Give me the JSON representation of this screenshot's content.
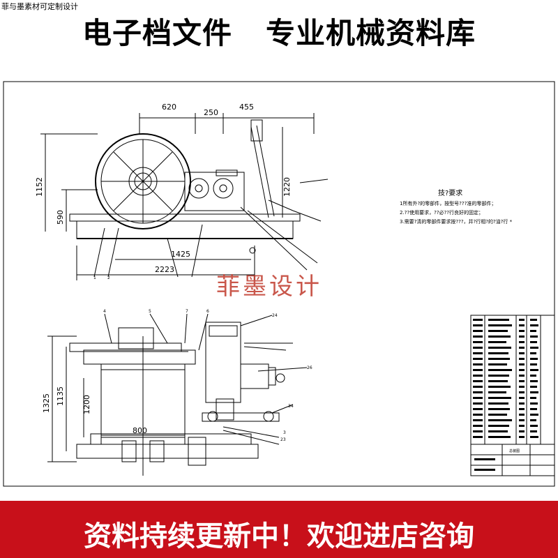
{
  "banner": {
    "corner_tag": "菲与墨素材可定制设计",
    "title_left": "电子档文件",
    "title_right": "专业机械资料库"
  },
  "drawing": {
    "dimensions_top": [
      "620",
      "250",
      "455"
    ],
    "dimensions_side": [
      "1152",
      "590",
      "1220"
    ],
    "dimensions_bottom": [
      "1425",
      "2223"
    ],
    "dimensions_plan": [
      "1325",
      "1135",
      "1200",
      "800"
    ],
    "callouts": [
      "1",
      "2",
      "3",
      "4",
      "5",
      "6",
      "7",
      "23",
      "24",
      "26",
      "34"
    ],
    "tech_requirements": {
      "title": "技?要求",
      "lines": [
        "1所有外?的零部件，按型号???准的零部件；",
        "2.??使用要求，??必??行良好的固定；",
        "3.需要?清的零部件要求按???，并?行相?的?油?行 *"
      ]
    },
    "watermark": "菲墨设计",
    "title_block_label": "总装图"
  },
  "footer": {
    "slogan": "资料持续更新中！欢迎进店咨询"
  }
}
